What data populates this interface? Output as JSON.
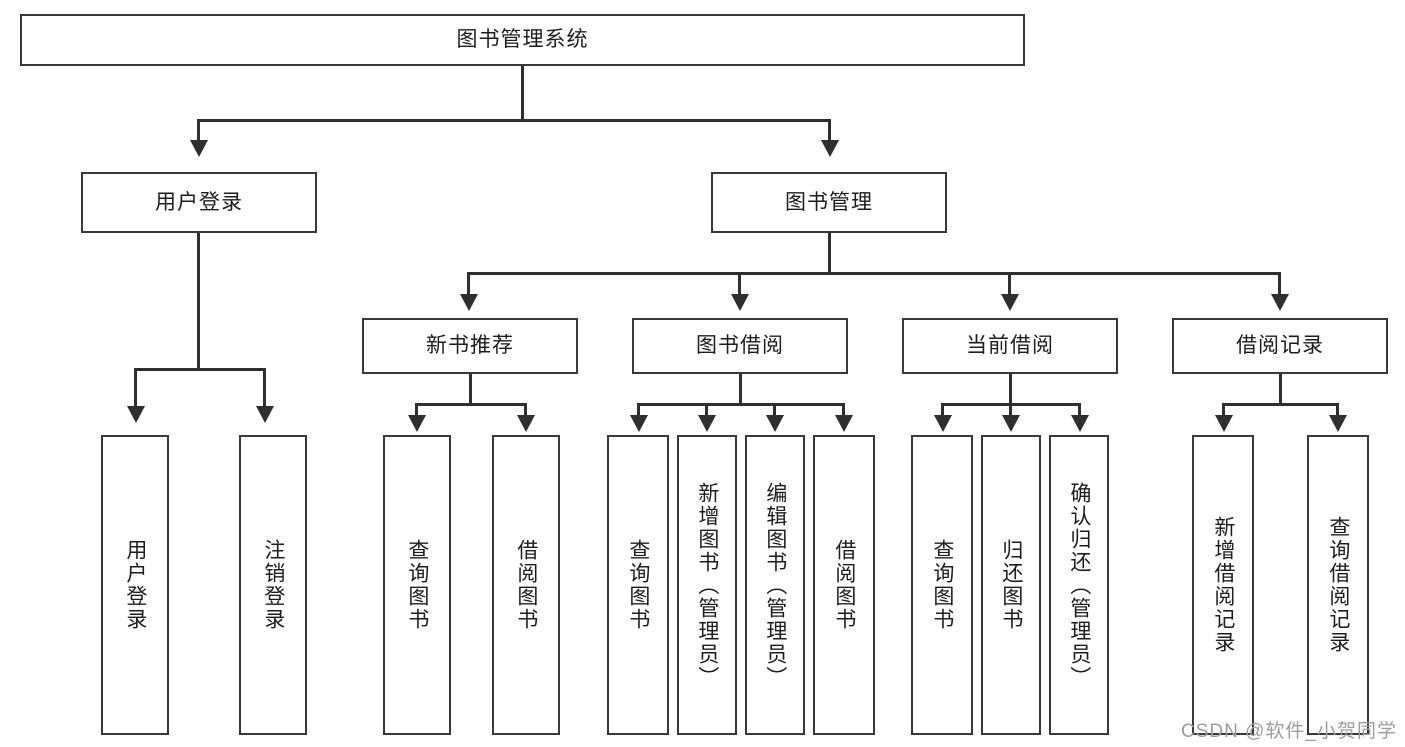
{
  "diagram": {
    "title": "图书管理系统",
    "watermark": "CSDN @软件_小贺同学",
    "root": {
      "label": "图书管理系统"
    },
    "level2": [
      {
        "label": "用户登录"
      },
      {
        "label": "图书管理"
      }
    ],
    "level3": [
      {
        "label": "新书推荐"
      },
      {
        "label": "图书借阅"
      },
      {
        "label": "当前借阅"
      },
      {
        "label": "借阅记录"
      }
    ],
    "leaves": {
      "user_login": [
        {
          "label": "用户登录"
        },
        {
          "label": "注销登录"
        }
      ],
      "new_book_recommend": [
        {
          "label": "查询图书"
        },
        {
          "label": "借阅图书"
        }
      ],
      "book_borrow": [
        {
          "label": "查询图书"
        },
        {
          "label": "新增图书（管理员）"
        },
        {
          "label": "编辑图书（管理员）"
        },
        {
          "label": "借阅图书"
        }
      ],
      "current_borrow": [
        {
          "label": "查询图书"
        },
        {
          "label": "归还图书"
        },
        {
          "label": "确认归还（管理员）"
        }
      ],
      "borrow_record": [
        {
          "label": "新增借阅记录"
        },
        {
          "label": "查询借阅记录"
        }
      ]
    },
    "colors": {
      "stroke": "#3a3a3a",
      "connector": "#2f2f2f",
      "background": "#ffffff",
      "text": "#1d1d1d",
      "watermark": "#9e9e9e"
    }
  }
}
